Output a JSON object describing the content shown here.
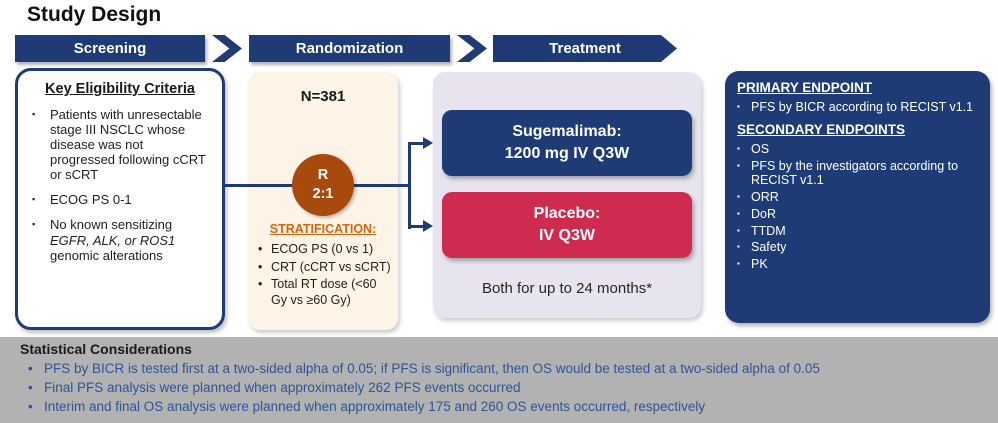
{
  "title": "Study Design",
  "colors": {
    "navy": "#1e3b76",
    "crimson": "#cf2b50",
    "rust_circle": "#a8490d",
    "orange_heading": "#d2660d",
    "peach_panel": "#fdf3e6",
    "lavender_panel": "#e7e4ef",
    "gray_footer": "#b3b2b2",
    "stat_text_blue": "#2e5496"
  },
  "banners": [
    {
      "label": "Screening"
    },
    {
      "label": "Randomization"
    },
    {
      "label": "Treatment"
    }
  ],
  "eligibility": {
    "heading": "Key Eligibility Criteria",
    "bullets": [
      {
        "text": "Patients with unresectable stage III NSCLC whose disease was not progressed following cCRT or sCRT"
      },
      {
        "text": "ECOG PS 0-1"
      },
      {
        "pre": "No known sensitizing ",
        "italic": "EGFR, ALK, or ROS1",
        "post": " genomic alterations"
      }
    ]
  },
  "randomization": {
    "n_label": "N=381",
    "circle_line1": "R",
    "circle_line2": "2:1",
    "strat_heading": "STRATIFICATION:",
    "strat_bullets": [
      "ECOG PS (0 vs 1)",
      "CRT (cCRT vs sCRT)",
      "Total RT dose (<60 Gy vs ≥60 Gy)"
    ]
  },
  "treatment": {
    "arm1_line1": "Sugemalimab:",
    "arm1_line2": "1200 mg IV Q3W",
    "arm2_line1": "Placebo:",
    "arm2_line2": "IV Q3W",
    "footnote": "Both for up to 24 months*"
  },
  "endpoints": {
    "primary_heading": "PRIMARY ENDPOINT",
    "primary_bullets": [
      "PFS by BICR according to RECIST v1.1"
    ],
    "secondary_heading": "SECONDARY ENDPOINTS",
    "secondary_bullets": [
      "OS",
      "PFS by the investigators according to RECIST v1.1",
      "ORR",
      "DoR",
      "TTDM",
      "Safety",
      "PK"
    ]
  },
  "statistics": {
    "heading": "Statistical Considerations",
    "bullets": [
      "PFS by BICR is tested first at a two-sided alpha of 0.05; if PFS is significant, then OS would be tested at a two-sided alpha of 0.05",
      "Final PFS analysis were planned when approximately 262 PFS events occurred",
      "Interim and final OS analysis were planned when approximately 175 and 260 OS events occurred, respectively"
    ]
  }
}
